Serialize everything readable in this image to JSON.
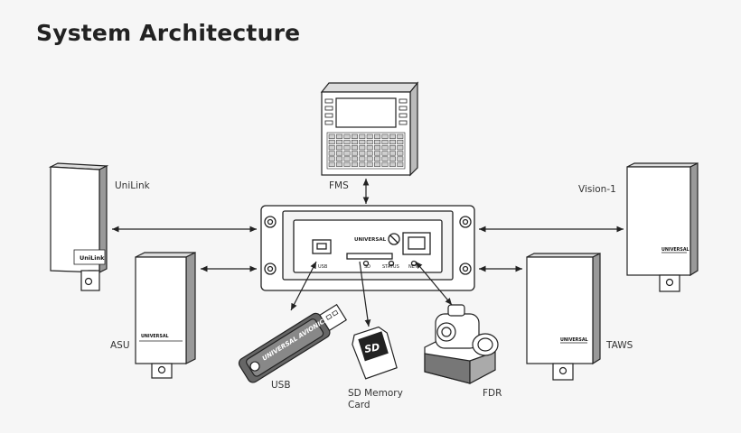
{
  "page": {
    "title": "System Architecture"
  },
  "hub": {
    "brand": "UNIVERSAL",
    "ports": [
      "USB",
      "SD",
      "STATUS",
      "NET"
    ]
  },
  "devices": {
    "fms": {
      "label": "FMS"
    },
    "unilink": {
      "label": "UniLink",
      "badge": "UniLink"
    },
    "asu": {
      "label": "ASU",
      "badge": "UNIVERSAL"
    },
    "vision": {
      "label": "Vision-1",
      "badge": "UNIVERSAL"
    },
    "taws": {
      "label": "TAWS",
      "badge": "UNIVERSAL"
    },
    "usb": {
      "label": "USB",
      "brand": "UNIVERSAL AVIONICS"
    },
    "sd": {
      "label": "SD Memory\nCard",
      "logo": "SD"
    },
    "fdr": {
      "label": "FDR"
    }
  }
}
